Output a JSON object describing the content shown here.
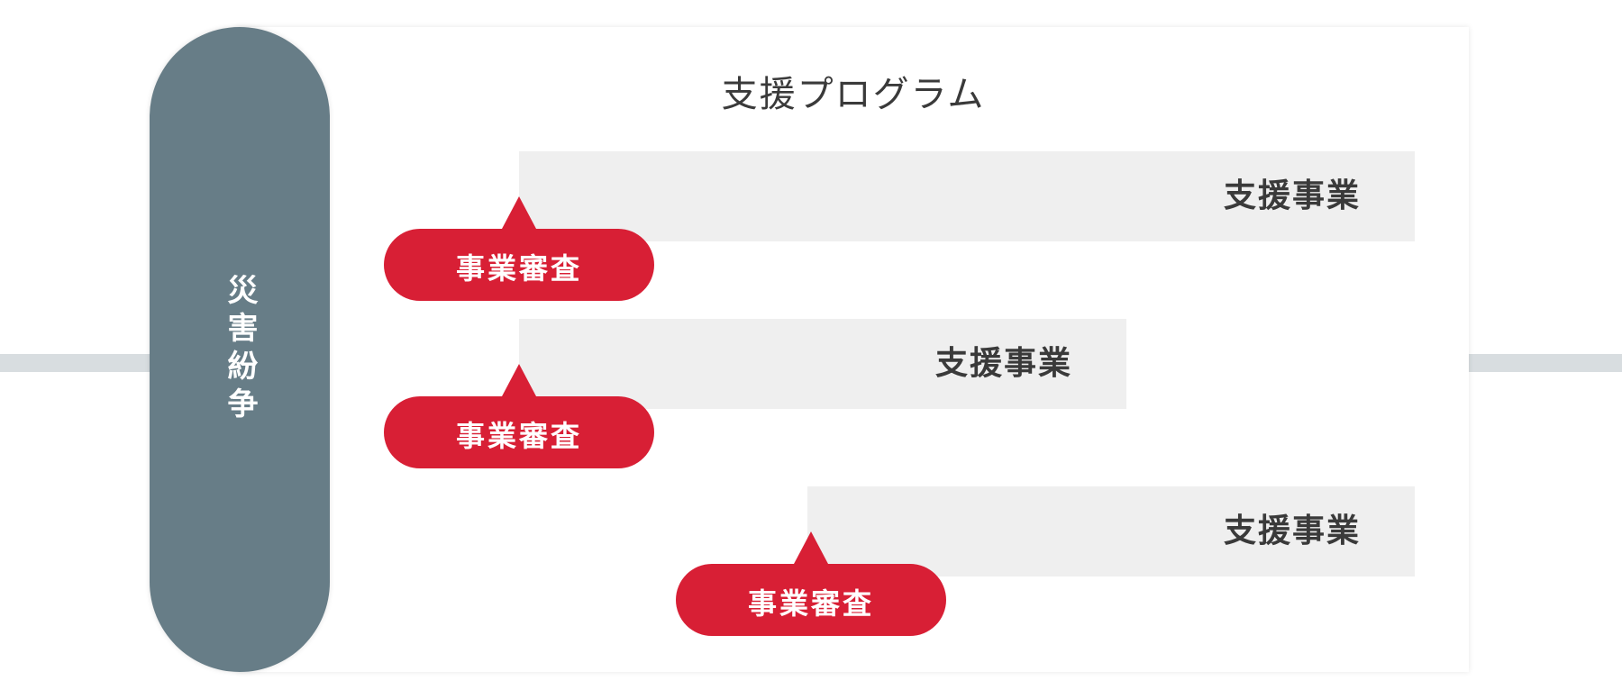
{
  "side_label": "災害紛争",
  "title": "支援プログラム",
  "programs": [
    {
      "project_label": "支援事業",
      "review_label": "事業審査"
    },
    {
      "project_label": "支援事業",
      "review_label": "事業審査"
    },
    {
      "project_label": "支援事業",
      "review_label": "事業審査"
    }
  ],
  "colors": {
    "pill": "#677d87",
    "review": "#d81f35",
    "bar": "#efefef",
    "line": "#d8dde0"
  }
}
